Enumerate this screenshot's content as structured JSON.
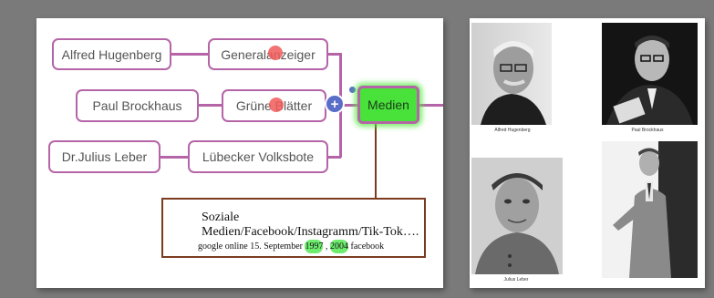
{
  "mindmap": {
    "people": [
      "Alfred Hugenberg",
      "Paul Brockhaus",
      "Dr.Julius Leber"
    ],
    "publications": [
      "Generalanzeiger",
      "Grüne Blätter",
      "Lübecker Volksbote"
    ],
    "center": "Medien",
    "plus": "+",
    "note": {
      "line1": "Soziale Medien/Facebook/Instagramm/Tik-Tok….",
      "line2_a": "google online 15. September ",
      "line2_year1": "1997",
      "line2_b": " , ",
      "line2_year2": "2004",
      "line2_c": " facebook"
    }
  },
  "photos": {
    "captions": [
      "Alfred Hugenberg",
      "Paul Brockhaus",
      "Julius Leber",
      ""
    ]
  }
}
